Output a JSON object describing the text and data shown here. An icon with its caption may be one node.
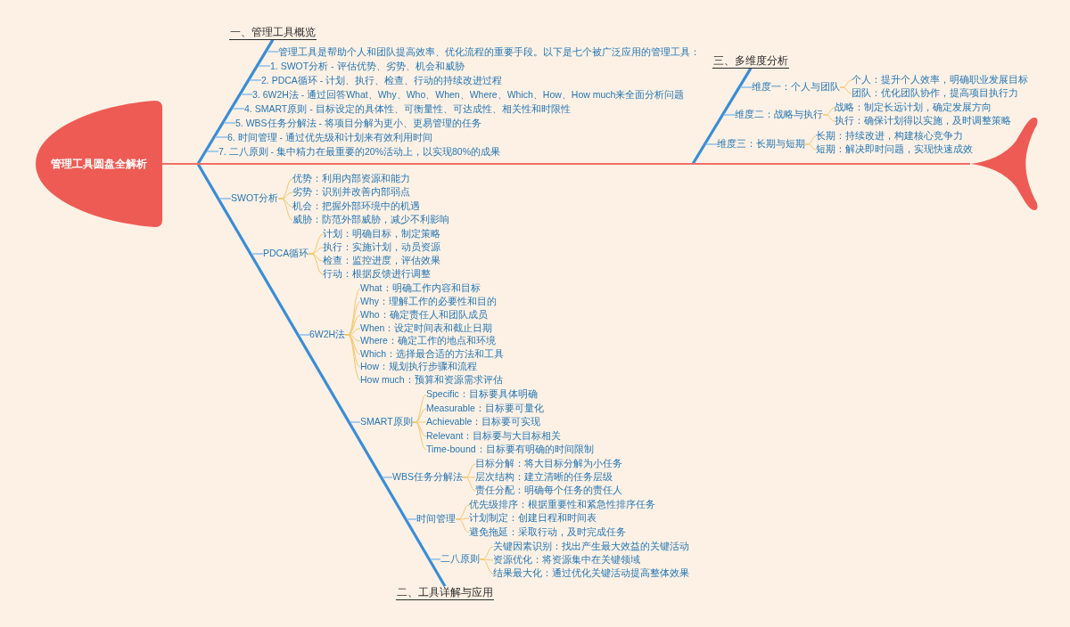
{
  "diagram": {
    "nodes": [
      {
        "text": [
          "管理工具圆盘全解析"
        ]
      },
      {
        "text": [],
        "shape": "tail"
      },
      {
        "text": [
          "一、管理工具概览"
        ]
      },
      {
        "text": [
          "管理工具是帮助个人和团队提高效率、优化流程的重要手段。以下是七个被广泛应用的管理工具："
        ]
      },
      {
        "text": [
          "1. SWOT分析 - 评估优势、劣势、机会和威胁"
        ]
      },
      {
        "text": [
          "2. PDCA循环 - 计划、执行、检查、行动的持续改进过程"
        ]
      },
      {
        "text": [
          "3. 6W2H法 - 通过回答What、Why、Who、When、Where、Which、How、How much来全面分析问题"
        ]
      },
      {
        "text": [
          "4. SMART原则 - 目标设定的具体性、可衡量性、可达成性、相关性和时限性"
        ]
      },
      {
        "text": [
          "5. WBS任务分解法 - 将项目分解为更小、更易管理的任务"
        ]
      },
      {
        "text": [
          "6. 时间管理 - 通过优先级和计划来有效利用时间"
        ]
      },
      {
        "text": [
          "7. 二八原则 - 集中精力在最重要的20%活动上，以实现80%的成果"
        ]
      },
      {
        "text": [
          "二、工具详解与应用"
        ]
      },
      {
        "text": [
          "SWOT分析"
        ]
      },
      {
        "text": [
          "优势：利用内部资源和能力"
        ]
      },
      {
        "text": [
          "劣势：识别并改善内部弱点"
        ]
      },
      {
        "text": [
          "机会：把握外部环境中的机遇"
        ]
      },
      {
        "text": [
          "威胁：防范外部威胁，减少不利影响"
        ]
      },
      {
        "text": [
          "PDCA循环"
        ]
      },
      {
        "text": [
          "计划：明确目标，制定策略"
        ]
      },
      {
        "text": [
          "执行：实施计划，动员资源"
        ]
      },
      {
        "text": [
          "检查：监控进度，评估效果"
        ]
      },
      {
        "text": [
          "行动：根据反馈进行调整"
        ]
      },
      {
        "text": [
          "6W2H法"
        ]
      },
      {
        "text": [
          "What：明确工作内容和目标"
        ]
      },
      {
        "text": [
          "Why：理解工作的必要性和目的"
        ]
      },
      {
        "text": [
          "Who：确定责任人和团队成员"
        ]
      },
      {
        "text": [
          "When：设定时间表和截止日期"
        ]
      },
      {
        "text": [
          "Where：确定工作的地点和环境"
        ]
      },
      {
        "text": [
          "Which：选择最合适的方法和工具"
        ]
      },
      {
        "text": [
          "How：规划执行步骤和流程"
        ]
      },
      {
        "text": [
          "How much：预算和资源需求评估"
        ]
      },
      {
        "text": [
          "SMART原则"
        ]
      },
      {
        "text": [
          "Specific：目标要具体明确"
        ]
      },
      {
        "text": [
          "Measurable：目标要可量化"
        ]
      },
      {
        "text": [
          "Achievable：目标要可实现"
        ]
      },
      {
        "text": [
          "Relevant：目标要与大目标相关"
        ]
      },
      {
        "text": [
          "Time-bound：目标要有明确的时间限制"
        ]
      },
      {
        "text": [
          "WBS任务分解法"
        ]
      },
      {
        "text": [
          "目标分解：将大目标分解为小任务"
        ]
      },
      {
        "text": [
          "层次结构：建立清晰的任务层级"
        ]
      },
      {
        "text": [
          "责任分配：明确每个任务的责任人"
        ]
      },
      {
        "text": [
          "时间管理"
        ]
      },
      {
        "text": [
          "优先级排序：根据重要性和紧急性排序任务"
        ]
      },
      {
        "text": [
          "计划制定：创建日程和时间表"
        ]
      },
      {
        "text": [
          "避免拖延：采取行动，及时完成任务"
        ]
      },
      {
        "text": [
          "二八原则"
        ]
      },
      {
        "text": [
          "关键因素识别：找出产生最大效益的关键活动"
        ]
      },
      {
        "text": [
          "资源优化：将资源集中在关键领域"
        ]
      },
      {
        "text": [
          "结果最大化：通过优化关键活动提高整体效果"
        ]
      },
      {
        "text": [
          "三、多维度分析"
        ]
      },
      {
        "text": [
          "维度一：个人与团队"
        ]
      },
      {
        "text": [
          "个人：提升个人效率，明确职业发展目标"
        ]
      },
      {
        "text": [
          "团队：优化团队协作，提高项目执行力"
        ]
      },
      {
        "text": [
          "维度二：战略与执行"
        ]
      },
      {
        "text": [
          "战略：制定长远计划，确定发展方向"
        ]
      },
      {
        "text": [
          "执行：确保计划得以实施，及时调整策略"
        ]
      },
      {
        "text": [
          "维度三：长期与短期"
        ]
      },
      {
        "text": [
          "长期：持续改进，构建核心竞争力"
        ]
      },
      {
        "text": [
          "短期：解决即时问题，实现快速成效"
        ]
      }
    ],
    "edges": [
      {
        "from": 0,
        "to": 1,
        "arrow": "none",
        "color": "#f07068"
      },
      {
        "from": 2,
        "to": 3,
        "arrow": "none",
        "style": "thick",
        "color": "#3a8dd6"
      },
      {
        "from": 2,
        "to": 4,
        "arrow": "none",
        "style": "thick",
        "color": "#3a8dd6"
      },
      {
        "from": 2,
        "to": 5,
        "arrow": "none",
        "style": "thick",
        "color": "#3a8dd6"
      },
      {
        "from": 2,
        "to": 6,
        "arrow": "none",
        "style": "thick",
        "color": "#3a8dd6"
      },
      {
        "from": 2,
        "to": 7,
        "arrow": "none",
        "style": "thick",
        "color": "#3a8dd6"
      },
      {
        "from": 2,
        "to": 8,
        "arrow": "none",
        "style": "thick",
        "color": "#3a8dd6"
      },
      {
        "from": 2,
        "to": 9,
        "arrow": "none",
        "style": "thick",
        "color": "#3a8dd6"
      },
      {
        "from": 2,
        "to": 10,
        "arrow": "none",
        "style": "thick",
        "color": "#3a8dd6"
      },
      {
        "from": 11,
        "to": 12,
        "arrow": "none",
        "style": "thick",
        "color": "#3a8dd6"
      },
      {
        "from": 12,
        "to": 13,
        "arrow": "none"
      },
      {
        "from": 12,
        "to": 14,
        "arrow": "none"
      },
      {
        "from": 12,
        "to": 15,
        "arrow": "none"
      },
      {
        "from": 12,
        "to": 16,
        "arrow": "none"
      },
      {
        "from": 11,
        "to": 17,
        "arrow": "none",
        "style": "thick",
        "color": "#3a8dd6"
      },
      {
        "from": 17,
        "to": 18,
        "arrow": "none"
      },
      {
        "from": 17,
        "to": 19,
        "arrow": "none"
      },
      {
        "from": 17,
        "to": 20,
        "arrow": "none"
      },
      {
        "from": 17,
        "to": 21,
        "arrow": "none"
      },
      {
        "from": 11,
        "to": 22,
        "arrow": "none",
        "style": "thick",
        "color": "#3a8dd6"
      },
      {
        "from": 22,
        "to": 23,
        "arrow": "none"
      },
      {
        "from": 22,
        "to": 24,
        "arrow": "none"
      },
      {
        "from": 22,
        "to": 25,
        "arrow": "none"
      },
      {
        "from": 22,
        "to": 26,
        "arrow": "none"
      },
      {
        "from": 22,
        "to": 27,
        "arrow": "none"
      },
      {
        "from": 22,
        "to": 28,
        "arrow": "none"
      },
      {
        "from": 22,
        "to": 29,
        "arrow": "none"
      },
      {
        "from": 22,
        "to": 30,
        "arrow": "none"
      },
      {
        "from": 11,
        "to": 31,
        "arrow": "none",
        "style": "thick",
        "color": "#3a8dd6"
      },
      {
        "from": 31,
        "to": 32,
        "arrow": "none"
      },
      {
        "from": 31,
        "to": 33,
        "arrow": "none"
      },
      {
        "from": 31,
        "to": 34,
        "arrow": "none"
      },
      {
        "from": 31,
        "to": 35,
        "arrow": "none"
      },
      {
        "from": 31,
        "to": 36,
        "arrow": "none"
      },
      {
        "from": 11,
        "to": 37,
        "arrow": "none",
        "style": "thick",
        "color": "#3a8dd6"
      },
      {
        "from": 37,
        "to": 38,
        "arrow": "none"
      },
      {
        "from": 37,
        "to": 39,
        "arrow": "none"
      },
      {
        "from": 37,
        "to": 40,
        "arrow": "none"
      },
      {
        "from": 11,
        "to": 41,
        "arrow": "none",
        "style": "thick",
        "color": "#3a8dd6"
      },
      {
        "from": 41,
        "to": 42,
        "arrow": "none"
      },
      {
        "from": 41,
        "to": 43,
        "arrow": "none"
      },
      {
        "from": 41,
        "to": 44,
        "arrow": "none"
      },
      {
        "from": 11,
        "to": 45,
        "arrow": "none",
        "style": "thick",
        "color": "#3a8dd6"
      },
      {
        "from": 45,
        "to": 46,
        "arrow": "none"
      },
      {
        "from": 45,
        "to": 47,
        "arrow": "none"
      },
      {
        "from": 45,
        "to": 48,
        "arrow": "none"
      },
      {
        "from": 49,
        "to": 50,
        "arrow": "none",
        "style": "thick",
        "color": "#3a8dd6"
      },
      {
        "from": 50,
        "to": 51,
        "arrow": "none"
      },
      {
        "from": 50,
        "to": 52,
        "arrow": "none"
      },
      {
        "from": 49,
        "to": 53,
        "arrow": "none",
        "style": "thick",
        "color": "#3a8dd6"
      },
      {
        "from": 53,
        "to": 54,
        "arrow": "none"
      },
      {
        "from": 53,
        "to": 55,
        "arrow": "none"
      },
      {
        "from": 49,
        "to": 56,
        "arrow": "none",
        "style": "thick",
        "color": "#3a8dd6"
      },
      {
        "from": 56,
        "to": 57,
        "arrow": "none"
      },
      {
        "from": 56,
        "to": 58,
        "arrow": "none"
      }
    ]
  }
}
